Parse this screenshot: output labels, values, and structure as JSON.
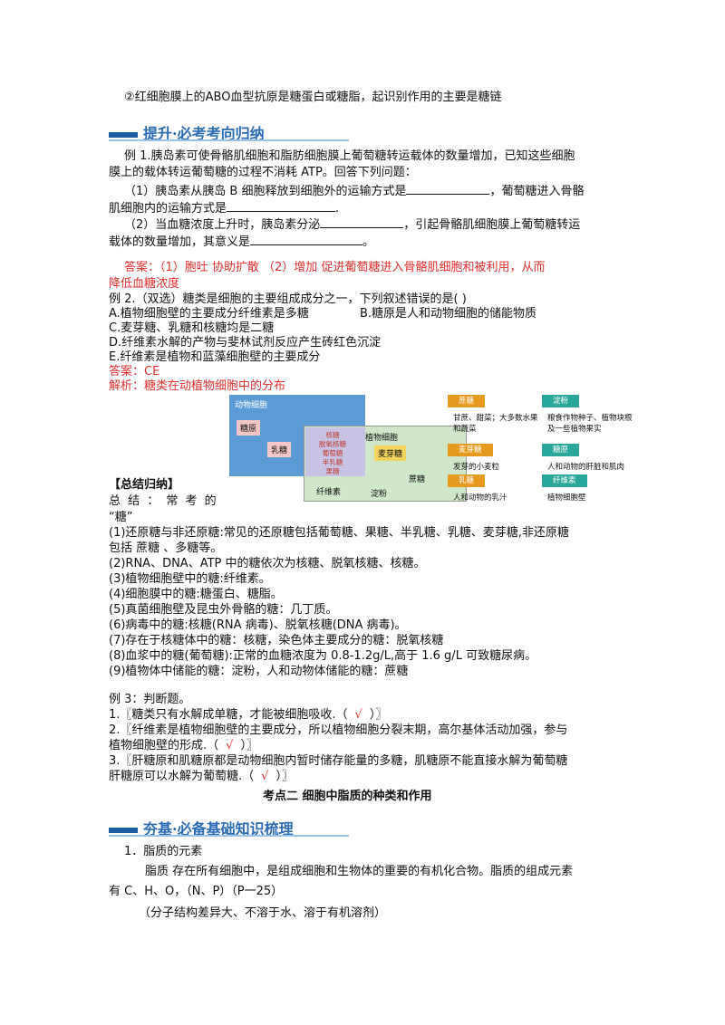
{
  "top_line": "②红细胞膜上的ABO血型抗原是糖蛋白或糖脂，起识别作用的主要是糖链",
  "section1": {
    "title": "提升·必考考向归纳"
  },
  "ex1": {
    "line1": "例 1.胰岛素可使骨骼肌细胞和脂肪细胞膜上葡萄糖转运载体的数量增加，已知这些细胞",
    "line2": "膜上的载体转运葡萄糖的过程不消耗 ATP。回答下列问题：",
    "line3a": "（1）胰岛素从胰岛 B 细胞释放到细胞外的运输方式是",
    "line3b": "，葡萄糖进入骨骼",
    "line4": "肌细胞内的运输方式是",
    "line5a": "（2）当血糖浓度上升时，胰岛素分泌",
    "line5b": "，引起骨骼肌细胞膜上葡萄糖转运",
    "line6a": "载体的数量增加，其意义是",
    "ans1": "答案：（1）胞吐    协助扩散    （2）增加    促进葡萄糖进入骨骼肌细胞和被利用，从而",
    "ans2": "降低血糖浓度"
  },
  "ex2": {
    "q": "例 2.（双选）糖类是细胞的主要组成成分之一，下列叙述错误的是(      )",
    "a": "A.植物细胞壁的主要成分纤维素是多糖",
    "b": "B.糖原是人和动物细胞的储能物质",
    "c": "C.麦芽糖、乳糖和核糖均是二糖",
    "d": "D.纤维素水解的产物与斐林试剂反应产生砖红色沉淀",
    "e": "E.纤维素是植物和蓝藻细胞壁的主要成分",
    "answer": "答案：CE",
    "analysis": "解析：糖类在动植物细胞中的分布"
  },
  "diagram": {
    "animal_cell": "动物细胞",
    "plant_cell": "植物细胞",
    "glycogen": "糖原",
    "lactose": "乳糖",
    "shared": [
      "核糖",
      "脱氧核糖",
      "葡萄糖",
      "半乳糖",
      "果糖"
    ],
    "maltose": "麦芽糖",
    "sucrose": "蔗糖",
    "cellulose": "纤维素",
    "starch": "淀粉"
  },
  "cards": [
    {
      "tag": "蔗糖",
      "desc": "甘蔗、甜菜；大多数水果和蔬菜",
      "color": "#e69a1f"
    },
    {
      "tag": "麦芽糖",
      "desc": "发芽的小麦粒",
      "color": "#e69a1f"
    },
    {
      "tag": "乳糖",
      "desc": "人和动物的乳汁",
      "color": "#e69a1f"
    },
    {
      "tag": "淀粉",
      "desc": "粮食作物种子、植物块根及一些植物果实",
      "color": "#2aa79b"
    },
    {
      "tag": "糖原",
      "desc": "人和动物的肝脏和肌肉",
      "color": "#2aa79b"
    },
    {
      "tag": "纤维素",
      "desc": "植物细胞壁",
      "color": "#2aa79b"
    }
  ],
  "summary": {
    "header": "【总结归纳】",
    "line1": "总 结 ： 常 考 的",
    "line2": "“糖”",
    "items": [
      "(1)还原糖与非还原糖:常见的还原糖包括葡萄糖、果糖、半乳糖、乳糖、麦芽糖,非还原糖",
      "包括  蔗糖  、多糖等。",
      "(2)RNA、DNA、ATP 中的糖依次为核糖、脱氧核糖、核糖。",
      "(3)植物细胞壁中的糖:纤维素。",
      "(4)细胞膜中的糖:糖蛋白、糖脂。",
      "(5)真菌细胞壁及昆虫外骨骼的糖：几丁质。",
      "(6)病毒中的糖:核糖(RNA 病毒)、脱氧核糖(DNA 病毒)。",
      "(7)存在于核糖体中的糖：核糖，染色体主要成分的糖：脱氧核糖",
      "(8)血浆中的糖(葡萄糖):正常的血糖浓度为 0.8-1.2g/L,高于 1.6 g/L 可致糖尿病。",
      "(9)植物体中储能的糖：淀粉，人和动物体储能的糖：蔗糖"
    ]
  },
  "ex3": {
    "title": "例 3：判断题。",
    "q1a": "1.〖糖类只有水解成单糖，才能被细胞吸收.（",
    "q1b": "）〗",
    "q2a": "2.〖纤维素是植物细胞壁的主要成分，所以植物细胞分裂末期，高尔基体活动加强，参与",
    "q2b": "植物细胞壁的形成.（",
    "q2c": "）〗",
    "q3a": "3.〖肝糖原和肌糖原都是动物细胞内暂时储存能量的多糖，肌糖原不能直接水解为葡萄糖",
    "q3b": "肝糖原可以水解为葡萄糖.（",
    "q3c": "）〗",
    "mark": "√"
  },
  "topic2": "考点二    细胞中脂质的种类和作用",
  "section2": {
    "title": "夯基·必备基础知识梳理"
  },
  "lipid": {
    "h1": "1．脂质的元素",
    "p1": "脂质 存在所有细胞中，是组成细胞和生物体的重要的有机化合物。脂质的组成元素",
    "p2": "有 C、H、O，（N、P）（P一25）",
    "p3": "（分子结构差异大、不溶于水、溶于有机溶剂）"
  }
}
